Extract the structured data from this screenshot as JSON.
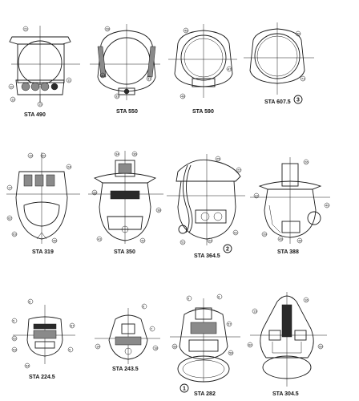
{
  "stations": {
    "sta490": "STA 490",
    "sta550": "STA 550",
    "sta590": "STA 590",
    "sta6075": "STA 607.5",
    "sta319": "STA 319",
    "sta350": "STA 350",
    "sta3645": "STA 364.5",
    "sta388": "STA 388",
    "sta2245": "STA 224.5",
    "sta2435": "STA 243.5",
    "sta282": "STA 282",
    "sta3045": "STA 304.5"
  },
  "view_markers": {
    "m1": "1",
    "m2": "2",
    "m3": "3"
  }
}
